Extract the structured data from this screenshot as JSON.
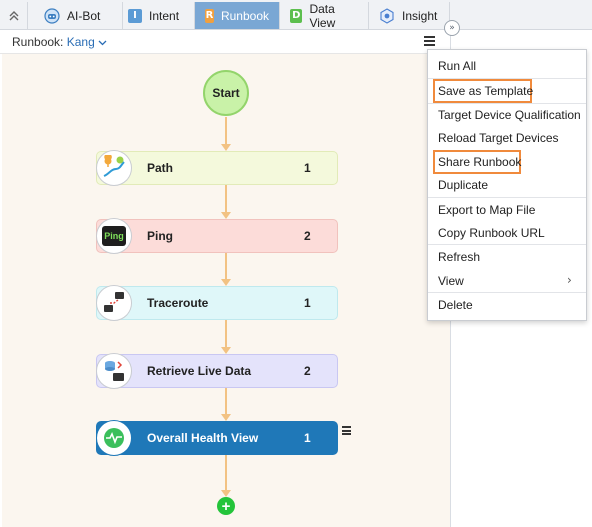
{
  "tabs": [
    {
      "label": "AI-Bot",
      "icon": "robot-icon"
    },
    {
      "label": "Intent",
      "badge": "I",
      "badge_color": "#5b9bd5"
    },
    {
      "label": "Runbook",
      "badge": "R",
      "badge_color": "#f0a040",
      "active": true
    },
    {
      "label": "Data View",
      "badge": "D",
      "badge_color": "#5cbf4e"
    },
    {
      "label": "Insight",
      "icon": "insight-icon"
    }
  ],
  "header": {
    "runbook_label": "Runbook:",
    "runbook_value": "Kang"
  },
  "start_label": "Start",
  "nodes": [
    {
      "title": "Path",
      "count": "1",
      "icon": "path-icon"
    },
    {
      "title": "Ping",
      "count": "2",
      "icon": "ping-icon",
      "icon_text": "Ping"
    },
    {
      "title": "Traceroute",
      "count": "1",
      "icon": "traceroute-icon"
    },
    {
      "title": "Retrieve Live Data",
      "count": "2",
      "icon": "retrieve-live-data-icon"
    },
    {
      "title": "Overall Health View",
      "count": "1",
      "icon": "health-view-icon"
    }
  ],
  "menu": {
    "items": [
      {
        "label": "Run All"
      },
      {
        "label": "Save as Template",
        "highlighted": true
      },
      {
        "label": "Target Device Qualification"
      },
      {
        "label": "Reload Target Devices"
      },
      {
        "label": "Share Runbook",
        "highlighted": true
      },
      {
        "label": "Duplicate"
      },
      {
        "label": "Export to Map File"
      },
      {
        "label": "Copy Runbook URL"
      },
      {
        "label": "Refresh"
      },
      {
        "label": "View",
        "submenu": true
      },
      {
        "label": "Delete"
      }
    ],
    "highlight_color": "#f08a3c"
  },
  "colors": {
    "accent_blue": "#1f78b8",
    "active_tab": "#7aa7d4",
    "connector": "#f2c283",
    "start_fill": "#c9f2a8",
    "add_button": "#24c43a"
  }
}
